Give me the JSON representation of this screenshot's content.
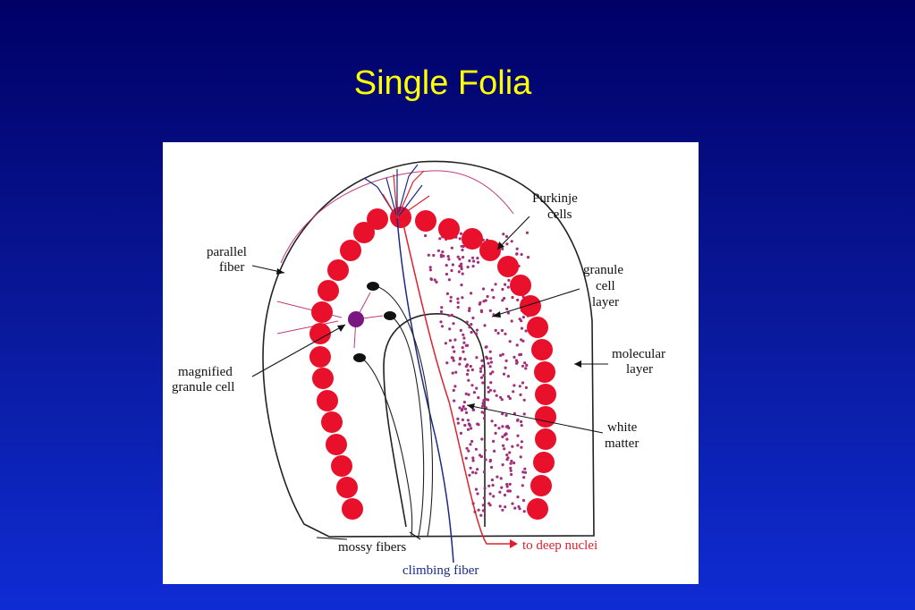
{
  "slide": {
    "title": "Single Folia"
  },
  "labels": {
    "purkinje": [
      "Purkinje",
      "cells"
    ],
    "parallel": [
      "parallel",
      "fiber"
    ],
    "granule_layer": [
      "granule",
      "cell",
      "layer"
    ],
    "molecular": [
      "molecular",
      "layer"
    ],
    "magnified": [
      "magnified",
      "granule cell"
    ],
    "white_matter": [
      "white",
      "matter"
    ],
    "mossy": "mossy fibers",
    "deep_nuclei": "to deep nuclei",
    "climbing": "climbing fiber"
  },
  "colors": {
    "background_top": "#000066",
    "background_bottom": "#0f2cd4",
    "title": "#ffff00",
    "purkinje": "#e8102a",
    "granule_dot": "#a0307a",
    "climbing_fiber": "#1a2a8a",
    "efferent_fiber": "#e0202e"
  }
}
